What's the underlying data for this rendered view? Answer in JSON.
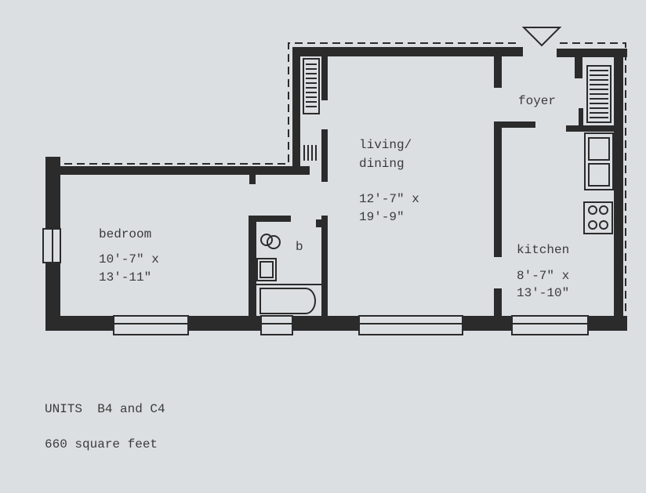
{
  "rooms": {
    "living": {
      "name_line1": "living/",
      "name_line2": "dining",
      "dim_line1": "12'-7\" x",
      "dim_line2": "19'-9\""
    },
    "bedroom": {
      "name": "bedroom",
      "dim_line1": "10'-7\" x",
      "dim_line2": "13'-11\""
    },
    "kitchen": {
      "name": "kitchen",
      "dim_line1": "8'-7\" x",
      "dim_line2": "13'-10\""
    },
    "foyer": {
      "name": "foyer"
    },
    "bath": {
      "name": "b"
    }
  },
  "caption": {
    "units": "UNITS  B4 and C4",
    "area": "660 square feet"
  },
  "colors": {
    "wall": "#2b2b2b",
    "paper": "#dcdfe2"
  }
}
